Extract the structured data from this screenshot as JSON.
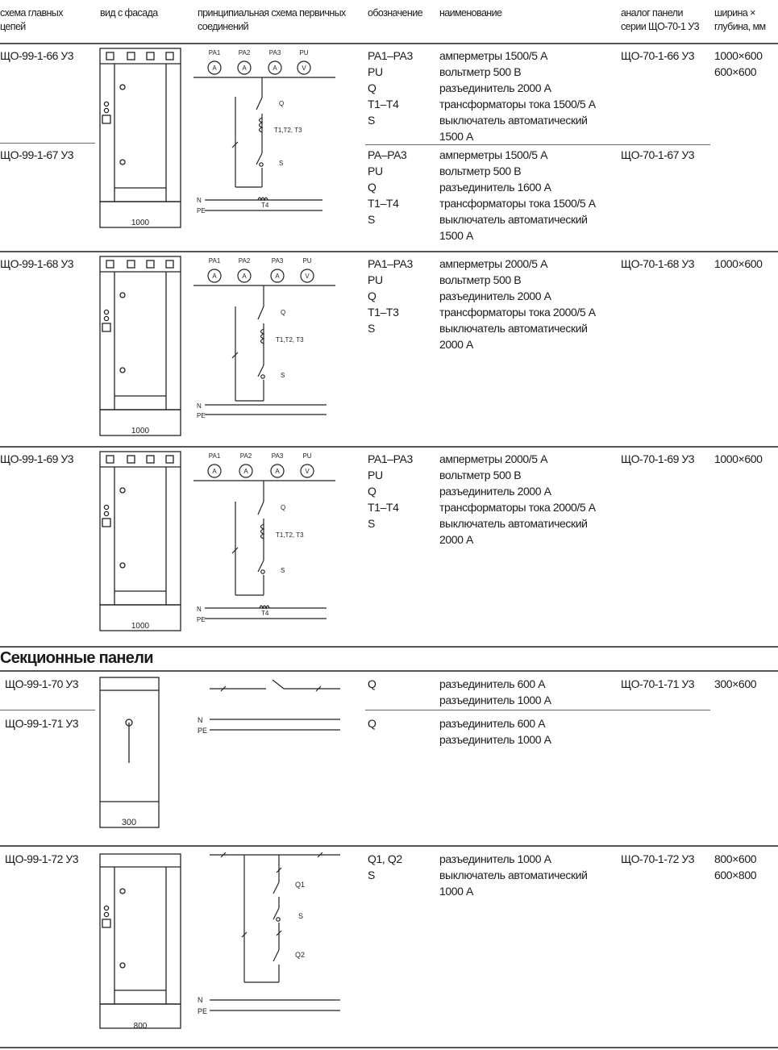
{
  "header": {
    "col1": [
      "схема главных",
      "цепей"
    ],
    "col2": [
      "вид с фасада"
    ],
    "col3": [
      "принципиальная схема первичных",
      "соединений"
    ],
    "col4": [
      "обозначение"
    ],
    "col5": [
      "наименование"
    ],
    "col6": [
      "аналог панели",
      "серии ЩО-70-1 У3"
    ],
    "col7": [
      "ширина ×",
      "глубина, мм"
    ]
  },
  "section_title": "Секционные панели",
  "labels": {
    "pa1": "PA1",
    "pa2": "PA2",
    "pa3": "PA3",
    "pu": "PU",
    "amm": "A",
    "volt": "V",
    "q": "Q",
    "s": "S",
    "q1": "Q1",
    "q2": "Q2",
    "t123": "T1,T2, T3",
    "t4": "T4",
    "n": "N",
    "pe": "PE",
    "w1000": "1000",
    "w300": "300",
    "w800": "800"
  },
  "rows": [
    {
      "code": "ЩО-99-1-66 У3",
      "desig": [
        "PA1–PA3",
        "PU",
        "Q",
        "T1–T4",
        "S"
      ],
      "names": [
        "амперметры 1500/5 А",
        "вольтметр 500 В",
        "разъединитель 2000 А",
        "трансформаторы тока 1500/5 А",
        "выключатель автоматический",
        "1500 А"
      ],
      "analog": "ЩО-70-1-66 У3",
      "size": [
        "1000×600",
        "600×600"
      ]
    },
    {
      "code": "ЩО-99-1-67 У3",
      "desig": [
        "PA–PA3",
        "PU",
        "Q",
        "T1–T4",
        "S"
      ],
      "names": [
        "амперметры 1500/5 А",
        "вольтметр 500 В",
        "разъединитель 1600 А",
        "трансформаторы тока 1500/5 А",
        "выключатель автоматический",
        "1500 А"
      ],
      "analog": "ЩО-70-1-67 У3",
      "size": []
    },
    {
      "code": "ЩО-99-1-68 У3",
      "desig": [
        "PA1–PA3",
        "PU",
        "Q",
        "T1–T3",
        "S"
      ],
      "names": [
        "амперметры 2000/5 А",
        "вольтметр 500 В",
        "разъединитель 2000 А",
        "трансформаторы тока 2000/5 А",
        "выключатель автоматический",
        "2000 А"
      ],
      "analog": "ЩО-70-1-68 У3",
      "size": [
        "1000×600"
      ]
    },
    {
      "code": "ЩО-99-1-69 У3",
      "desig": [
        "PA1–PA3",
        "PU",
        "Q",
        "T1–T4",
        "S"
      ],
      "names": [
        "амперметры 2000/5 А",
        "вольтметр 500 В",
        "разъединитель 2000 А",
        "трансформаторы тока 2000/5 А",
        "выключатель автоматический",
        "2000 А"
      ],
      "analog": "ЩО-70-1-69 У3",
      "size": [
        "1000×600"
      ]
    },
    {
      "code": "ЩО-99-1-70 У3",
      "desig": [
        "Q"
      ],
      "names": [
        "разъединитель 600 А",
        "разъединитель 1000 А"
      ],
      "analog": "ЩО-70-1-71 У3",
      "size": [
        "300×600"
      ]
    },
    {
      "code": "ЩО-99-1-71 У3",
      "desig": [
        "Q"
      ],
      "names": [
        "разъединитель 600 А",
        "разъединитель 1000 А"
      ],
      "analog": "",
      "size": []
    },
    {
      "code": "ЩО-99-1-72 У3",
      "desig": [
        "Q1, Q2",
        "S"
      ],
      "names": [
        "разъединитель 1000 А",
        "выключатель автоматический",
        "1000 А"
      ],
      "analog": "ЩО-70-1-72 У3",
      "size": [
        "800×600",
        "600×800"
      ]
    }
  ]
}
